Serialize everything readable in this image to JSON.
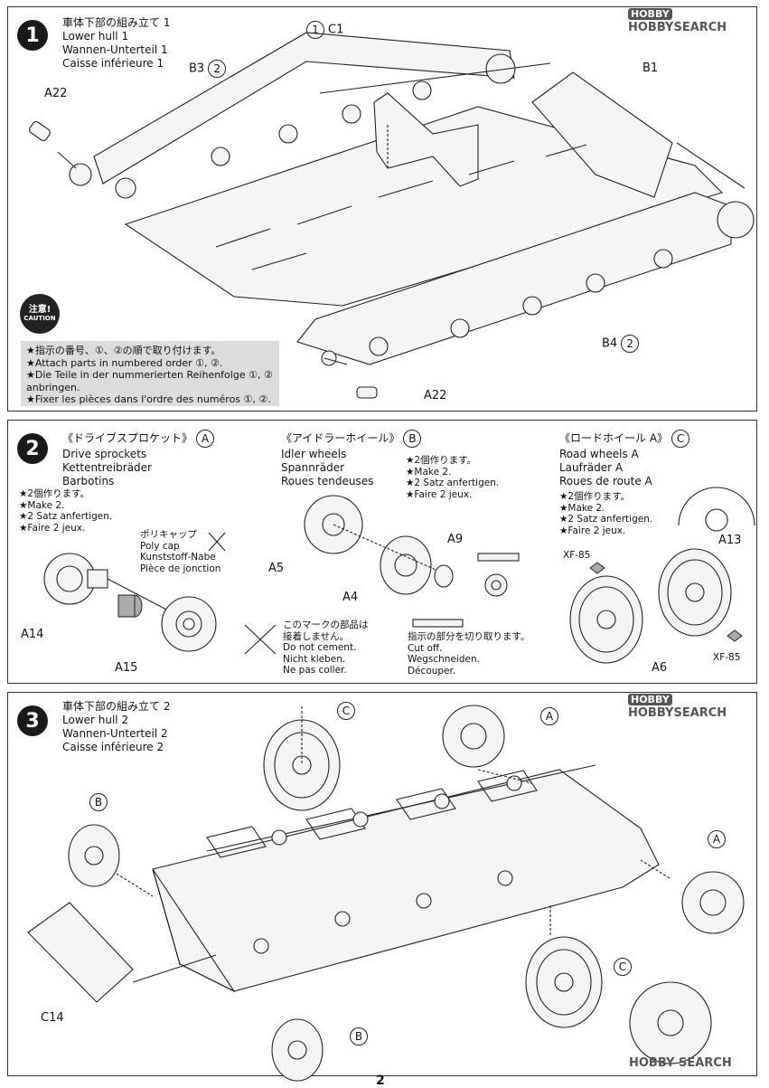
{
  "watermark": {
    "logo": "HOBBY",
    "text": "HOBBYSEARCH",
    "logo_mid": "HOBBY",
    "text_mid": "HOBBYSEARCH",
    "text_bottom": "HOBBY SEARCH"
  },
  "page_number": "2",
  "step1": {
    "number": "1",
    "title_ja": "車体下部の組み立て 1",
    "title_en": "Lower hull 1",
    "title_de": "Wannen-Unterteil 1",
    "title_fr": "Caisse inférieure 1",
    "labels": {
      "b3": "B3",
      "b3_order": "2",
      "c1": "C1",
      "c1_order": "1",
      "b1": "B1",
      "a22_top": "A22",
      "a22_bottom": "A22",
      "b4": "B4",
      "b4_order": "2"
    },
    "caution": {
      "badge_ja": "注意!",
      "badge_en": "CAUTION",
      "lines": [
        "★指示の番号、①、②の順で取り付けます。",
        "★Attach parts in numbered order ①, ②.",
        "★Die Teile in der nummerierten Reihenfolge ①, ②",
        "anbringen.",
        "★Fixer les pièces dans l'ordre des numéros ①, ②."
      ]
    }
  },
  "step2": {
    "number": "2",
    "sprocket": {
      "title_ja": "《ドライブスプロケット》",
      "badge": "A",
      "title_en": "Drive sprockets",
      "title_de": "Kettentreibräder",
      "title_fr": "Barbotins",
      "make": [
        "★2個作ります。",
        "★Make 2.",
        "★2 Satz anfertigen.",
        "★Faire 2 jeux."
      ],
      "polycap": [
        "ポリキャップ",
        "Poly cap",
        "Kunststoff-Nabe",
        "Pièce de jonction"
      ],
      "labels": {
        "a14": "A14",
        "a15": "A15"
      }
    },
    "idler": {
      "title_ja": "《アイドラーホイール》",
      "badge": "B",
      "title_en": "Idler wheels",
      "title_de": "Spannräder",
      "title_fr": "Roues tendeuses",
      "make": [
        "★2個作ります。",
        "★Make 2.",
        "★2 Satz anfertigen.",
        "★Faire 2 jeux."
      ],
      "labels": {
        "a5": "A5",
        "a4": "A4",
        "a9": "A9"
      }
    },
    "roadwheel": {
      "title_ja": "《ロードホイール A》",
      "badge": "C",
      "title_en": "Road wheels A",
      "title_de": "Laufräder A",
      "title_fr": "Roues de route A",
      "make": [
        "★2個作ります。",
        "★Make 2.",
        "★2 Satz anfertigen.",
        "★Faire 2 jeux."
      ],
      "labels": {
        "a13": "A13",
        "a6": "A6",
        "xf85_left": "XF-85",
        "xf85_right": "XF-85"
      }
    },
    "no_cement": [
      "このマークの部品は",
      "接着しません。",
      "Do not cement.",
      "Nicht kleben.",
      "Ne pas coller."
    ],
    "cut_off": [
      "指示の部分を切り取ります。",
      "Cut off.",
      "Wegschneiden.",
      "Découper."
    ]
  },
  "step3": {
    "number": "3",
    "title_ja": "車体下部の組み立て 2",
    "title_en": "Lower hull 2",
    "title_de": "Wannen-Unterteil 2",
    "title_fr": "Caisse inférieure 2",
    "labels": {
      "b_top": "B",
      "b_bottom": "B",
      "c_top": "C",
      "c_bottom": "C",
      "a_top": "A",
      "a_right": "A",
      "c14": "C14"
    }
  }
}
